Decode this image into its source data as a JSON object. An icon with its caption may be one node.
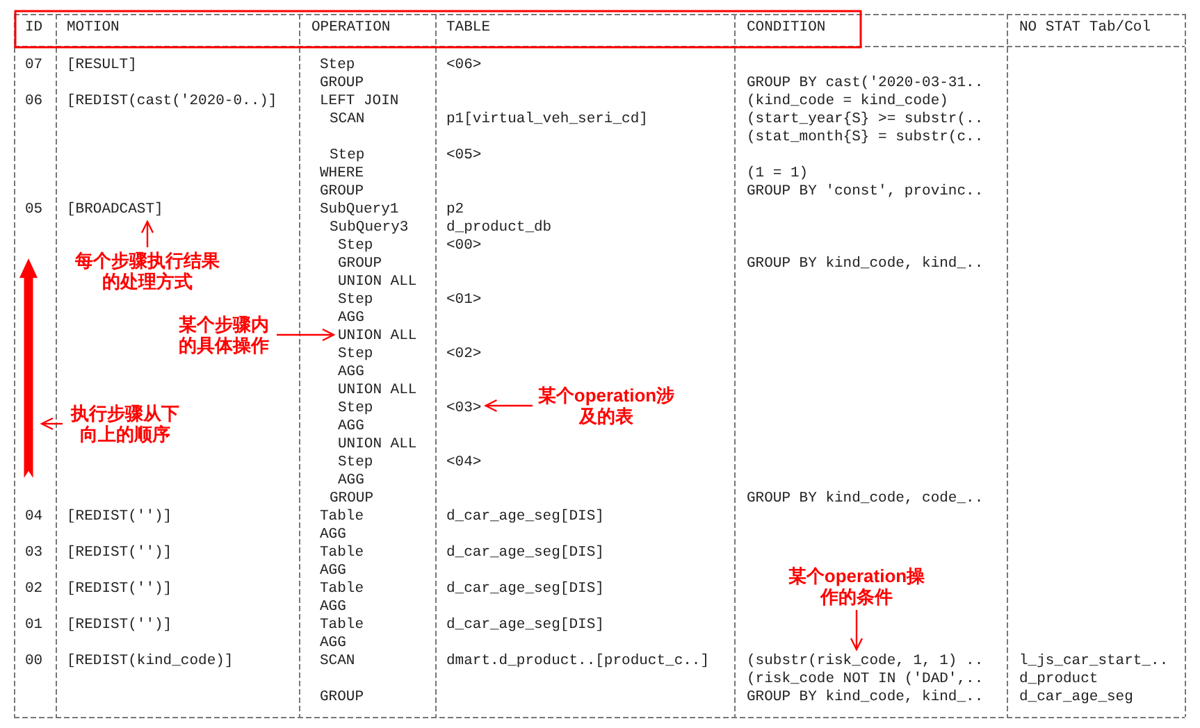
{
  "diagram": {
    "nodes": [
      {
        "text": [
          "每个步骤执行结果的处理方式"
        ]
      },
      {
        "text": [
          "[BROADCAST]"
        ]
      },
      {
        "text": [
          "某个步骤内的具体操作"
        ]
      },
      {
        "text": [
          "UNION ALL"
        ]
      },
      {
        "text": [
          "某个operation涉及的表"
        ]
      },
      {
        "text": [
          "<03>"
        ]
      },
      {
        "text": [
          "执行步骤从下向上的顺序"
        ]
      },
      {
        "text": [],
        "shape": "arrow"
      },
      {
        "text": [
          "某个operation操作的条件"
        ]
      },
      {
        "text": [
          "(substr(risk_code, 1, 1) .."
        ]
      }
    ],
    "edges": [
      {
        "from": 0,
        "to": 1,
        "arrow": "to"
      },
      {
        "from": 2,
        "to": 3,
        "arrow": "to"
      },
      {
        "from": 4,
        "to": 5,
        "arrow": "to"
      },
      {
        "from": 6,
        "to": 7,
        "arrow": "to"
      },
      {
        "from": 8,
        "to": 9,
        "arrow": "to"
      }
    ],
    "labels": [
      "ID",
      "MOTION",
      "OPERATION",
      "TABLE",
      "CONDITION",
      "NO STAT Tab/Col",
      "07",
      "[RESULT]",
      "Step",
      "<06>",
      "GROUP",
      "GROUP BY cast('2020-03-31..",
      "06",
      "[REDIST(cast('2020-0..)]",
      "LEFT JOIN",
      "(kind_code = kind_code)",
      "SCAN",
      "p1[virtual_veh_seri_cd]",
      "(start_year{S} >= substr(..",
      "(stat_month{S} = substr(c..",
      "Step",
      "<05>",
      "WHERE",
      "(1 = 1)",
      "GROUP",
      "GROUP BY 'const', provinc..",
      "05",
      "SubQuery1",
      "p2",
      "SubQuery3",
      "d_product_db",
      "Step",
      "<00>",
      "GROUP",
      "GROUP BY kind_code, kind_..",
      "UNION ALL",
      "Step",
      "<01>",
      "AGG",
      "Step",
      "<02>",
      "AGG",
      "UNION ALL",
      "Step",
      "AGG",
      "UNION ALL",
      "Step",
      "<04>",
      "AGG",
      "GROUP",
      "GROUP BY kind_code, code_..",
      "04",
      "[REDIST('')]",
      "Table",
      "d_car_age_seg[DIS]",
      "AGG",
      "03",
      "[REDIST('')]",
      "Table",
      "d_car_age_seg[DIS]",
      "AGG",
      "02",
      "[REDIST('')]",
      "Table",
      "d_car_age_seg[DIS]",
      "AGG",
      "01",
      "[REDIST('')]",
      "Table",
      "d_car_age_seg[DIS]",
      "AGG",
      "00",
      "[REDIST(kind_code)]",
      "SCAN",
      "dmart.d_product..[product_c..]",
      "l_js_car_start_..",
      "(risk_code NOT IN ('DAD',..",
      "d_product",
      "GROUP",
      "GROUP BY kind_code, kind_..",
      "d_car_age_seg"
    ]
  }
}
